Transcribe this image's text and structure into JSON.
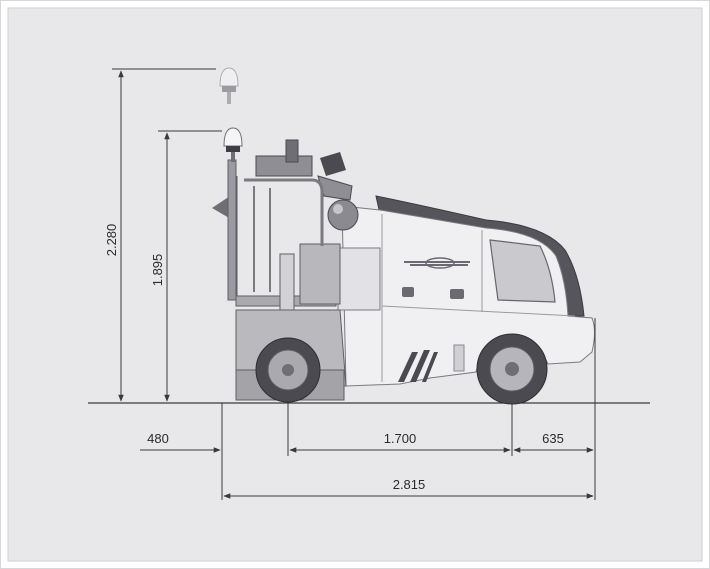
{
  "diagram": {
    "type": "dimension-drawing",
    "subject": "cold milling machine side view",
    "units_shown": false,
    "dimensions": {
      "height_beacon_raised": "2.280",
      "height_beacon_lowered": "1.895",
      "front_overhang": "480",
      "wheelbase": "1.700",
      "rear_overhang": "635",
      "overall_length": "2.815"
    },
    "colors": {
      "background": "#e8e8ea",
      "frame_border": "#cfcfd3",
      "dimension_line": "#3a3a3a",
      "body_light": "#f0f0f2",
      "body_mid": "#bdbdc2",
      "body_dark": "#5e5e64",
      "tyre": "#4a4a50",
      "rim": "#a9a9ae"
    }
  }
}
